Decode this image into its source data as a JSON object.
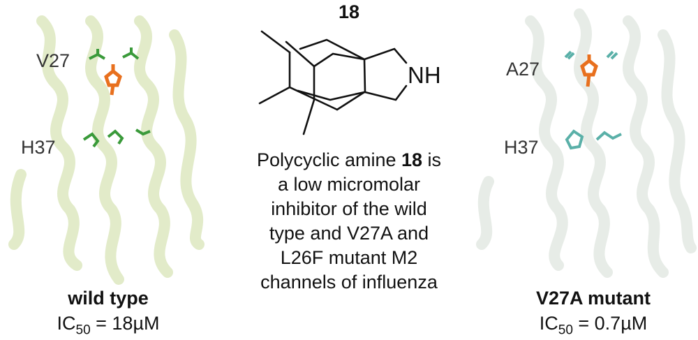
{
  "compound": {
    "number": "18",
    "nh_label": "NH"
  },
  "caption": {
    "prefix": "Polycyclic amine ",
    "bold": "18",
    "suffix_line1": " is",
    "lines": [
      "a low micromolar",
      "inhibitor of the wild",
      "type and V27A and",
      "L26F mutant M2",
      "channels of influenza"
    ]
  },
  "left_panel": {
    "residue_top": "V27",
    "residue_bottom": "H37",
    "title": "wild type",
    "ic_prefix": "IC",
    "ic_sub": "50",
    "ic_value": " = 18µM",
    "ribbon_color": "#dfe9c4",
    "stick_color": "#3a9a3a"
  },
  "right_panel": {
    "residue_top": "A27",
    "residue_bottom": "H37",
    "title": "V27A mutant",
    "ic_prefix": "IC",
    "ic_sub": "50",
    "ic_value": " = 0.7µM",
    "ribbon_color": "#e8ece6",
    "stick_color": "#5ab0a8"
  },
  "ligand_color": "#e8701e"
}
